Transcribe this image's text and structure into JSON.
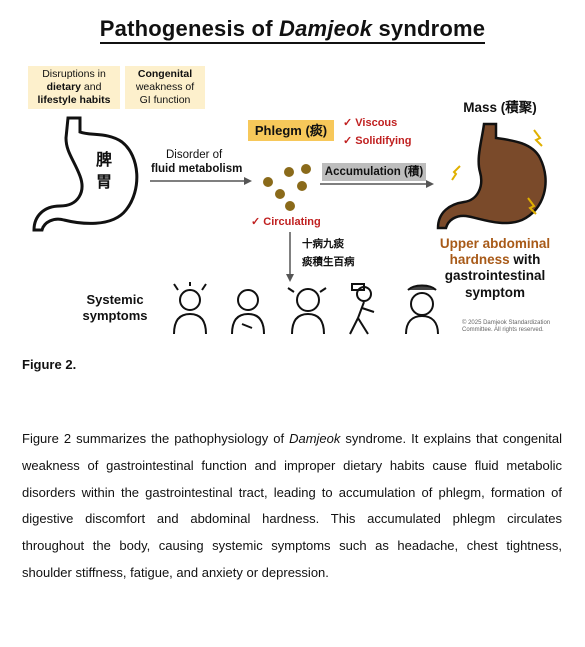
{
  "figure": {
    "title_prefix": "Pathogenesis of ",
    "title_italic": "Damjeok",
    "title_suffix": " syndrome",
    "box_disruptions": {
      "l1": "Disruptions in",
      "l2a": "dietary",
      "l2b": " and",
      "l3": "lifestyle habits"
    },
    "box_congenital": {
      "l1": "Congenital",
      "l2": "weakness of",
      "l3": "GI function"
    },
    "stomach_label_1": "脾",
    "stomach_label_2": "胃",
    "disorder_l1": "Disorder of",
    "disorder_l2": "fluid metabolism",
    "phlegm": "Phlegm (痰)",
    "viscous": "✓ Viscous",
    "solidifying": "✓ Solidifying",
    "accumulation": "Accumulation (積)",
    "circulating": "✓ Circulating",
    "chinese_1": "十病九痰",
    "chinese_2": "痰積生百病",
    "mass": "Mass (積聚)",
    "upper_l1": "Upper abdominal",
    "upper_l2a": "hardness",
    "upper_l2b": " with",
    "upper_l3": "gastrointestinal",
    "upper_l4": "symptom",
    "systemic_l1": "Systemic",
    "systemic_l2": "symptoms",
    "copyright_l1": "© 2025 Damjeok Standardization",
    "copyright_l2": "Committee. All rights reserved.",
    "colors": {
      "phlegm": "#f7c85a",
      "box": "#fdf0cc",
      "red": "#c02020",
      "brown": "#a85a18",
      "mass": "#7a4a2a"
    }
  },
  "caption": "Figure 2.",
  "paragraph": {
    "p1": "Figure 2 summarizes the pathophysiology of ",
    "italic": "Damjeok",
    "p2": " syndrome. It explains that congenital weakness of gastrointestinal function and improper dietary habits cause fluid metabolic disorders within the gastrointestinal tract, leading to accumulation of phlegm, formation of digestive discomfort and abdominal hardness. This accumulated phlegm circulates throughout the body, causing systemic symptoms such as headache, chest tightness, shoulder stiffness, fatigue, and anxiety or depression."
  }
}
